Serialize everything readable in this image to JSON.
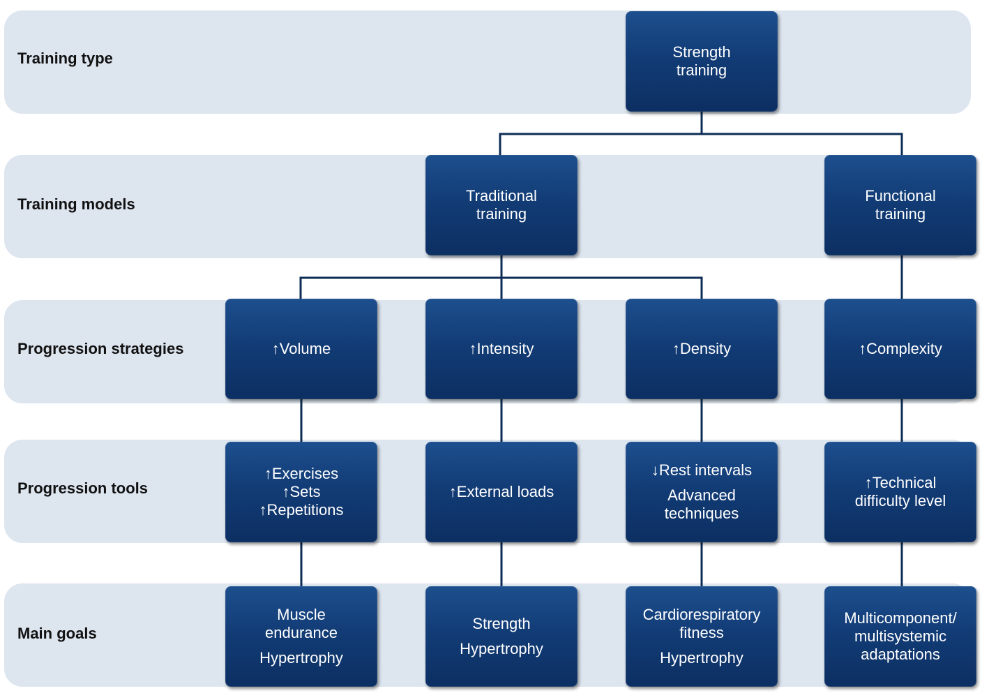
{
  "rows": {
    "training_type": "Training type",
    "training_models": "Training models",
    "progression_strategies": "Progression strategies",
    "progression_tools": "Progression tools",
    "main_goals": "Main goals"
  },
  "nodes": {
    "strength_training": [
      "Strength",
      "training"
    ],
    "traditional_training": [
      "Traditional",
      "training"
    ],
    "functional_training": [
      "Functional",
      "training"
    ],
    "volume": "↑Volume",
    "intensity": "↑Intensity",
    "density": "↑Density",
    "complexity": "↑Complexity",
    "volume_tools": [
      "↑Exercises",
      "↑Sets",
      "↑Repetitions"
    ],
    "intensity_tools": "↑External loads",
    "density_tools": {
      "rest": "↓Rest intervals",
      "advanced": [
        "Advanced",
        "techniques"
      ]
    },
    "complexity_tools": [
      "↑Technical",
      "difficulty level"
    ],
    "volume_goals": {
      "first": [
        "Muscle",
        "endurance"
      ],
      "second": "Hypertrophy"
    },
    "intensity_goals": {
      "first": "Strength",
      "second": "Hypertrophy"
    },
    "density_goals": {
      "first": [
        "Cardiorespiratory",
        "fitness"
      ],
      "second": "Hypertrophy"
    },
    "complexity_goals": [
      "Multicomponent/",
      "multisystemic",
      "adaptations"
    ]
  },
  "colors": {
    "band": "#dde5ef",
    "box": "#123c76",
    "connector": "#0d2c55",
    "box_text": "#ffffff",
    "label_text": "#111111"
  }
}
